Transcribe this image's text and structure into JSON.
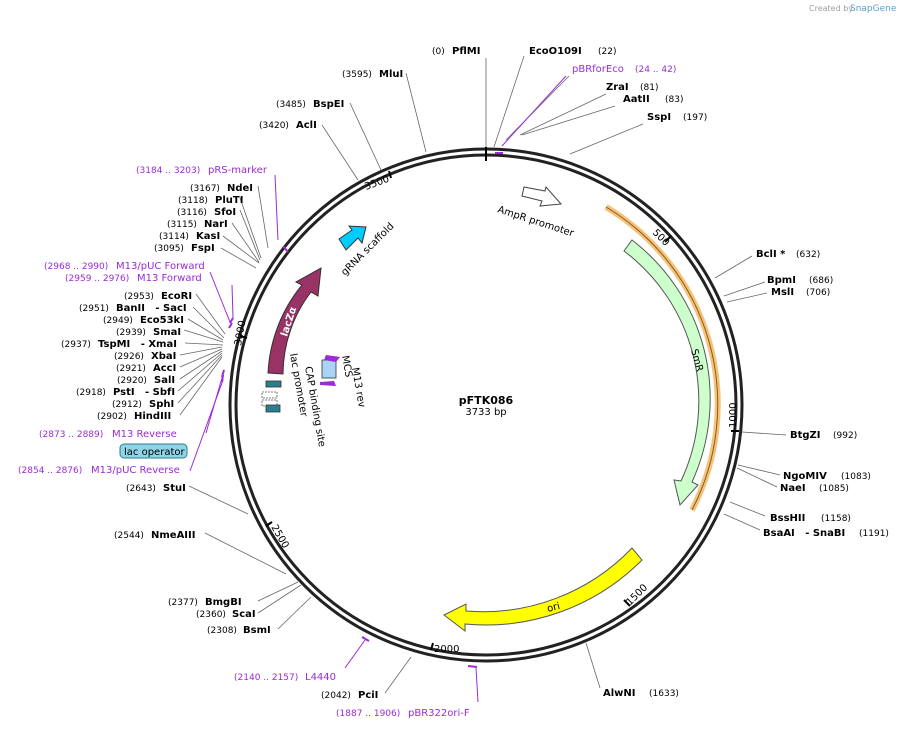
{
  "credit": {
    "prefix": "Created by",
    "brand": "SnapGene"
  },
  "plasmid": {
    "name": "pFTK086",
    "size": "3733 bp",
    "length": 3733
  },
  "sites": [
    {
      "name": "PflMI",
      "pos": "(0)"
    },
    {
      "name": "EcoO109I",
      "pos": "(22)"
    },
    {
      "name": "ZraI",
      "pos": "(81)"
    },
    {
      "name": "AatII",
      "pos": "(83)"
    },
    {
      "name": "SspI",
      "pos": "(197)"
    },
    {
      "name": "BclI *",
      "pos": "(632)"
    },
    {
      "name": "BpmI",
      "pos": "(686)"
    },
    {
      "name": "MslI",
      "pos": "(706)"
    },
    {
      "name": "BtgZI",
      "pos": "(992)"
    },
    {
      "name": "NgoMIV",
      "pos": "(1083)"
    },
    {
      "name": "NaeI",
      "pos": "(1085)"
    },
    {
      "name": "BssHII",
      "pos": "(1158)"
    },
    {
      "name": "BsaAI   - SnaBI",
      "pos": "(1191)"
    },
    {
      "name": "AlwNI",
      "pos": "(1633)"
    },
    {
      "name": "PciI",
      "pos": "(2042)"
    },
    {
      "name": "BsmI",
      "pos": "(2308)"
    },
    {
      "name": "ScaI",
      "pos": "(2360)"
    },
    {
      "name": "BmgBI",
      "pos": "(2377)"
    },
    {
      "name": "NmeAIII",
      "pos": "(2544)"
    },
    {
      "name": "StuI",
      "pos": "(2643)"
    },
    {
      "name": "HindIII",
      "pos": "(2902)"
    },
    {
      "name": "SphI",
      "pos": "(2912)"
    },
    {
      "name": "PstI   - SbfI",
      "pos": "(2918)"
    },
    {
      "name": "SalI",
      "pos": "(2920)"
    },
    {
      "name": "AccI",
      "pos": "(2921)"
    },
    {
      "name": "XbaI",
      "pos": "(2926)"
    },
    {
      "name": "TspMI   - XmaI",
      "pos": "(2937)"
    },
    {
      "name": "SmaI",
      "pos": "(2939)"
    },
    {
      "name": "Eco53kI",
      "pos": "(2949)"
    },
    {
      "name": "BanII   - SacI",
      "pos": "(2951)"
    },
    {
      "name": "EcoRI",
      "pos": "(2953)"
    },
    {
      "name": "FspI",
      "pos": "(3095)"
    },
    {
      "name": "KasI",
      "pos": "(3114)"
    },
    {
      "name": "NarI",
      "pos": "(3115)"
    },
    {
      "name": "SfoI",
      "pos": "(3116)"
    },
    {
      "name": "PluTI",
      "pos": "(3118)"
    },
    {
      "name": "NdeI",
      "pos": "(3167)"
    },
    {
      "name": "AclI",
      "pos": "(3420)"
    },
    {
      "name": "BspEI",
      "pos": "(3485)"
    },
    {
      "name": "MluI",
      "pos": "(3595)"
    }
  ],
  "primers": [
    {
      "name": "pBRforEco",
      "range": "(24 .. 42)"
    },
    {
      "name": "pRS-marker",
      "range": "(3184 .. 3203)"
    },
    {
      "name": "M13/pUC Forward",
      "range": "(2968 .. 2990)"
    },
    {
      "name": "M13 Forward",
      "range": "(2959 .. 2976)"
    },
    {
      "name": "M13 Reverse",
      "range": "(2873 .. 2889)"
    },
    {
      "name": "M13/pUC Reverse",
      "range": "(2854 .. 2876)"
    },
    {
      "name": "L4440",
      "range": "(2140 .. 2157)"
    },
    {
      "name": "pBR322ori-F",
      "range": "(1887 .. 1906)"
    }
  ],
  "features": {
    "ampr_promoter": "AmpR promoter",
    "smr": "SmR",
    "ori": "ori",
    "grna": "gRNA scaffold",
    "lacz": "lacZα",
    "mcs": "MCS",
    "m13rev": "M13 rev",
    "lac_promoter": "lac promoter",
    "cap": "CAP binding site",
    "lac_operator": "lac operator"
  },
  "ticks": [
    "500",
    "1000",
    "1500",
    "2000",
    "2500",
    "3000",
    "3500"
  ],
  "colors": {
    "smr": "#ccffcc",
    "ori": "#ffff00",
    "lacz": "#993366",
    "grna": "#00ccff",
    "ampr_promoter": "#ffffff",
    "primer": "#9a2bd6",
    "orf_highlight": "#f5c27a",
    "lac_operator": "#8fd3e6",
    "lac_promoter": "#2a7f8f"
  }
}
